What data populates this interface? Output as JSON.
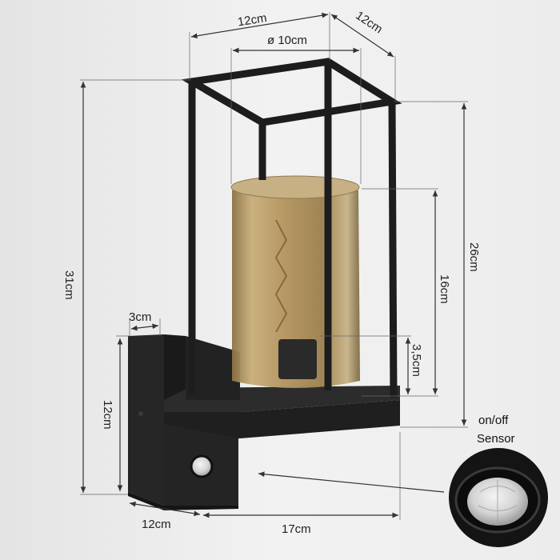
{
  "dimensions": {
    "top_width": "12cm",
    "top_depth": "12cm",
    "glass_diameter": "ø 10cm",
    "total_height": "31cm",
    "frame_height": "26cm",
    "glass_height": "16cm",
    "base_height": "3,5cm",
    "mount_width": "3cm",
    "mount_height": "12cm",
    "mount_depth": "12cm",
    "projection": "17cm"
  },
  "sensor": {
    "line1": "on/off",
    "line2": "Sensor"
  },
  "colors": {
    "background": "#eeeeee",
    "frame": "#1d1d1d",
    "glass_amber": "#b99a63",
    "dimension_line": "#333333"
  }
}
